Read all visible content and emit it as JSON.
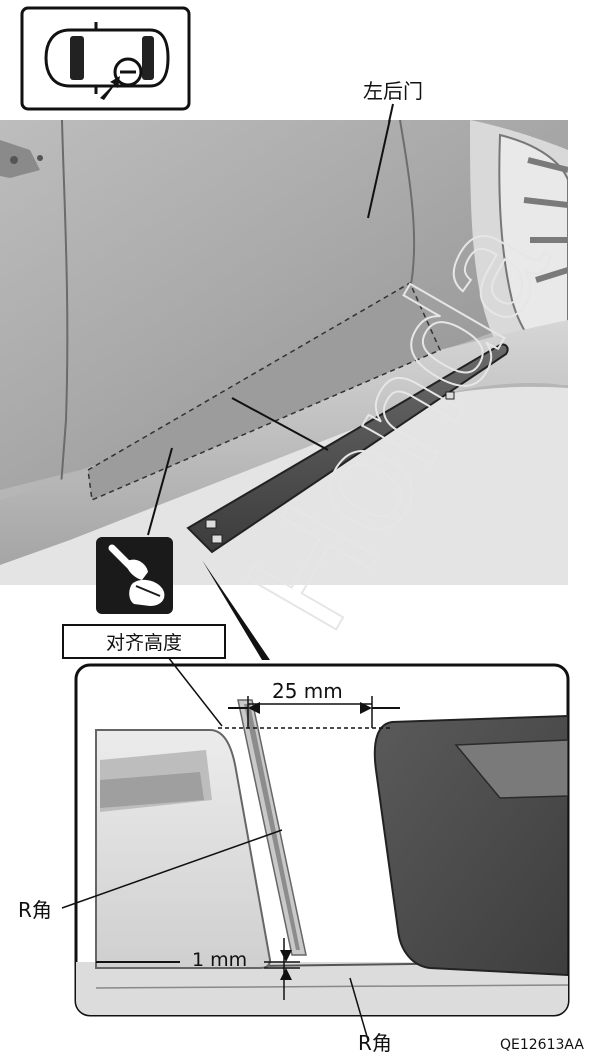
{
  "labels": {
    "rear_door": "左后门",
    "align_height": "对齐高度",
    "gap_width": "25 mm",
    "clearance": "1 mm",
    "corner_left": "R角",
    "corner_bottom": "R角",
    "figure_code": "QE12613AA"
  },
  "watermark": "Honda",
  "icons": {
    "view_indicator": "car-top-view-rear-door-icon",
    "tool": "adhesive-applicator-icon"
  },
  "colors": {
    "line": "#111111",
    "panel_dark": "#4a4a4a",
    "body_light": "#cfcfcf",
    "body_mid": "#9a9a9a"
  }
}
